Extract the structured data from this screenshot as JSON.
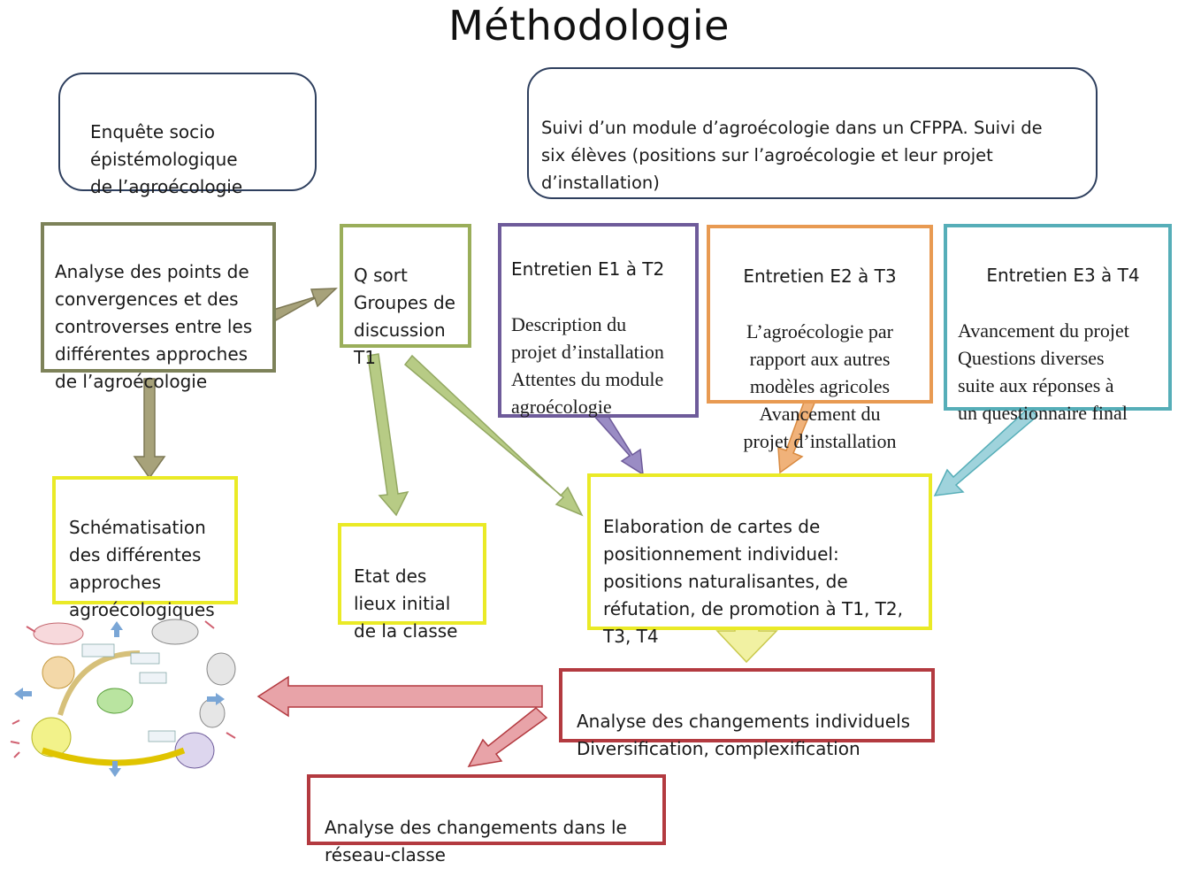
{
  "title": "Méthodologie",
  "boxes": {
    "enquete": "Enquête socio\népistémologique\nde l’agroécologie",
    "suivi": "Suivi d’un module d’agroécologie dans un CFPPA.  Suivi de\nsix élèves  (positions sur l’agroécologie et leur projet\nd’installation)",
    "analyse_points": "Analyse des points de\nconvergences et des\ncontroverses entre les\ndifférentes approches\nde l’agroécologie",
    "qsort": "Q sort\nGroupes de\ndiscussion\nT1",
    "e1_head": "Entretien E1 à T2",
    "e1_body": "Description du\nprojet d’installation\nAttentes du module\nagroécologie",
    "e2_head": "Entretien E2 à T3",
    "e2_body": "L’agroécologie par\nrapport aux autres\nmodèles agricoles\nAvancement du\nprojet d’installation",
    "e3_head": "Entretien E3 à T4",
    "e3_body": "Avancement du projet\nQuestions diverses\nsuite aux réponses à\nun questionnaire final",
    "schematisation": "Schématisation\ndes différentes\napproches\nagroécologiques",
    "etat": "Etat des\nlieux initial\nde la classe",
    "elaboration": "Elaboration de cartes de\npositionnement individuel:\npositions naturalisantes, de\nréfutation, de promotion à T1, T2,\nT3, T4",
    "changements_indiv": "Analyse des changements individuels\nDiversification, complexification",
    "changements_reseau": "Analyse des changements dans le\nréseau-classe"
  },
  "colors": {
    "navy": "#2e3f5e",
    "olive": "#7d8259",
    "green": "#9aae5a",
    "purple": "#6e5b9a",
    "orange": "#e89a52",
    "teal": "#56aeb8",
    "yellow": "#eaea26",
    "red": "#b33a40"
  }
}
